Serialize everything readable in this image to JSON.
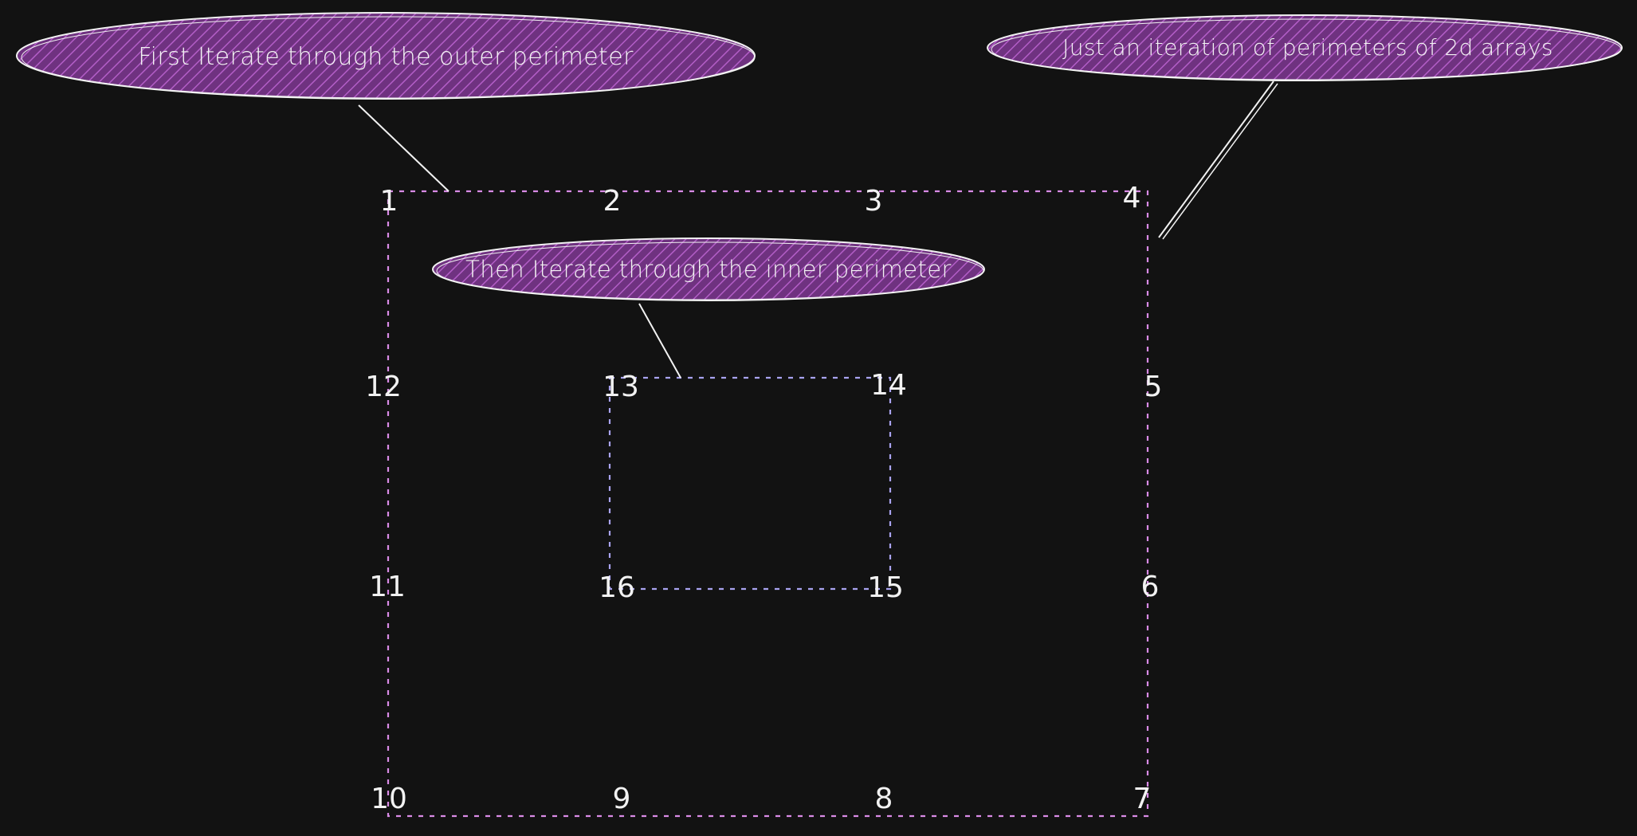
{
  "diagram": {
    "colors": {
      "background": "#121212",
      "outer_perimeter": "#d98be6",
      "inner_perimeter": "#a9a3f0",
      "bubble_fill": "#7d3c8f",
      "stroke": "#f2f2f2"
    },
    "callouts": {
      "outer": "First Iterate through the outer perimeter",
      "inner": "Then Iterate through the inner perimeter",
      "summary": "Just an iteration of perimeters of 2d arrays"
    },
    "outer_numbers": [
      "1",
      "2",
      "3",
      "4",
      "5",
      "6",
      "7",
      "8",
      "9",
      "10",
      "11",
      "12"
    ],
    "inner_numbers": [
      "13",
      "14",
      "15",
      "16"
    ]
  }
}
